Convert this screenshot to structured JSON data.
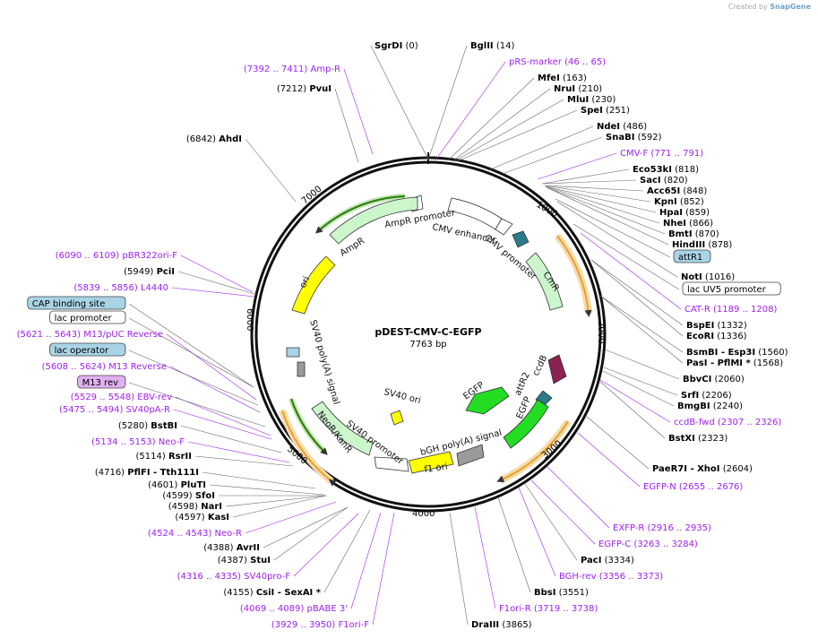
{
  "credit": {
    "text": "Created by",
    "brand": "SnapGene"
  },
  "plasmid": {
    "name": "pDEST-CMV-C-EGFP",
    "length": "7763 bp"
  },
  "ticks": [
    "1000",
    "2000",
    "3000",
    "4000",
    "5000",
    "6000",
    "7000"
  ],
  "features": [
    {
      "label": "AmpR promoter"
    },
    {
      "label": "CMV enhancer"
    },
    {
      "label": "CMV promoter"
    },
    {
      "label": "AmpR"
    },
    {
      "label": "ori"
    },
    {
      "label": "CmR"
    },
    {
      "label": "ccdB"
    },
    {
      "label": "attR2"
    },
    {
      "label": "EGFP"
    },
    {
      "label": "EGFP"
    },
    {
      "label": "SV40 ori"
    },
    {
      "label": "SV40 poly(A) signal"
    },
    {
      "label": "NeoR/KanR"
    },
    {
      "label": "SV40 promoter"
    },
    {
      "label": "bGH poly(A) signal"
    },
    {
      "label": "f1 ori"
    }
  ],
  "labels": [
    {
      "pos": "(0)",
      "name": "SgrDI",
      "kind": "site"
    },
    {
      "pos": "(14)",
      "name": "BglII",
      "kind": "site"
    },
    {
      "pos": "(46 .. 65)",
      "name": "pRS-marker",
      "kind": "primer"
    },
    {
      "pos": "(163)",
      "name": "MfeI",
      "kind": "site"
    },
    {
      "pos": "(210)",
      "name": "NruI",
      "kind": "site"
    },
    {
      "pos": "(230)",
      "name": "MluI",
      "kind": "site"
    },
    {
      "pos": "(251)",
      "name": "SpeI",
      "kind": "site"
    },
    {
      "pos": "(486)",
      "name": "NdeI",
      "kind": "site"
    },
    {
      "pos": "(592)",
      "name": "SnaBI",
      "kind": "site"
    },
    {
      "pos": "(771 .. 791)",
      "name": "CMV-F",
      "kind": "primer"
    },
    {
      "pos": "(818)",
      "name": "Eco53kI",
      "kind": "site"
    },
    {
      "pos": "(820)",
      "name": "SacI",
      "kind": "site"
    },
    {
      "pos": "(848)",
      "name": "Acc65I",
      "kind": "site"
    },
    {
      "pos": "(852)",
      "name": "KpnI",
      "kind": "site"
    },
    {
      "pos": "(859)",
      "name": "HpaI",
      "kind": "site"
    },
    {
      "pos": "(866)",
      "name": "NheI",
      "kind": "site"
    },
    {
      "pos": "(870)",
      "name": "BmtI",
      "kind": "site"
    },
    {
      "pos": "(878)",
      "name": "HindIII",
      "kind": "site"
    },
    {
      "pos": "",
      "name": "attR1",
      "kind": "feature-blue"
    },
    {
      "pos": "(1016)",
      "name": "NotI",
      "kind": "site"
    },
    {
      "pos": "",
      "name": "lac UV5 promoter",
      "kind": "feature-white"
    },
    {
      "pos": "(1189 .. 1208)",
      "name": "CAT-R",
      "kind": "primer"
    },
    {
      "pos": "(1332)",
      "name": "BspEI",
      "kind": "site"
    },
    {
      "pos": "(1336)",
      "name": "EcoRI",
      "kind": "site"
    },
    {
      "pos": "(1560)",
      "name": "BsmBI - Esp3I",
      "kind": "site"
    },
    {
      "pos": "(1568)",
      "name": "PasI - PflMI *",
      "kind": "site"
    },
    {
      "pos": "(2060)",
      "name": "BbvCI",
      "kind": "site"
    },
    {
      "pos": "(2206)",
      "name": "SrfI",
      "kind": "site"
    },
    {
      "pos": "(2240)",
      "name": "BmgBI",
      "kind": "site"
    },
    {
      "pos": "(2307 .. 2326)",
      "name": "ccdB-fwd",
      "kind": "primer"
    },
    {
      "pos": "(2323)",
      "name": "BstXI",
      "kind": "site"
    },
    {
      "pos": "(2604)",
      "name": "PaeR7I - XhoI",
      "kind": "site"
    },
    {
      "pos": "(2655 .. 2676)",
      "name": "EGFP-N",
      "kind": "primer"
    },
    {
      "pos": "(2916 .. 2935)",
      "name": "EXFP-R",
      "kind": "primer"
    },
    {
      "pos": "(3263 .. 3284)",
      "name": "EGFP-C",
      "kind": "primer"
    },
    {
      "pos": "(3334)",
      "name": "PacI",
      "kind": "site"
    },
    {
      "pos": "(3356 .. 3373)",
      "name": "BGH-rev",
      "kind": "primer"
    },
    {
      "pos": "(3551)",
      "name": "BbsI",
      "kind": "site"
    },
    {
      "pos": "(3719 .. 3738)",
      "name": "F1ori-R",
      "kind": "primer"
    },
    {
      "pos": "(3865)",
      "name": "DraIII",
      "kind": "site"
    },
    {
      "pos": "(3929 .. 3950)",
      "name": "F1ori-F",
      "kind": "primer"
    },
    {
      "pos": "(4069 .. 4089)",
      "name": "pBABE 3'",
      "kind": "primer"
    },
    {
      "pos": "(4155)",
      "name": "CsiI - SexAI *",
      "kind": "site"
    },
    {
      "pos": "(4316 .. 4335)",
      "name": "SV40pro-F",
      "kind": "primer"
    },
    {
      "pos": "(4387)",
      "name": "StuI",
      "kind": "site"
    },
    {
      "pos": "(4388)",
      "name": "AvrII",
      "kind": "site"
    },
    {
      "pos": "(4524 .. 4543)",
      "name": "Neo-R",
      "kind": "primer"
    },
    {
      "pos": "(4597)",
      "name": "KasI",
      "kind": "site"
    },
    {
      "pos": "(4598)",
      "name": "NarI",
      "kind": "site"
    },
    {
      "pos": "(4599)",
      "name": "SfoI",
      "kind": "site"
    },
    {
      "pos": "(4601)",
      "name": "PluTI",
      "kind": "site"
    },
    {
      "pos": "(4716)",
      "name": "PflFI - Tth111I",
      "kind": "site"
    },
    {
      "pos": "(5114)",
      "name": "RsrII",
      "kind": "site"
    },
    {
      "pos": "(5134 .. 5153)",
      "name": "Neo-F",
      "kind": "primer"
    },
    {
      "pos": "(5280)",
      "name": "BstBI",
      "kind": "site"
    },
    {
      "pos": "(5475 .. 5494)",
      "name": "SV40pA-R",
      "kind": "primer"
    },
    {
      "pos": "(5529 .. 5548)",
      "name": "EBV-rev",
      "kind": "primer"
    },
    {
      "pos": "",
      "name": "M13 rev",
      "kind": "feature-purple"
    },
    {
      "pos": "(5608 .. 5624)",
      "name": "M13 Reverse",
      "kind": "primer"
    },
    {
      "pos": "",
      "name": "lac operator",
      "kind": "feature-blue"
    },
    {
      "pos": "(5621 .. 5643)",
      "name": "M13/pUC Reverse",
      "kind": "primer"
    },
    {
      "pos": "",
      "name": "lac promoter",
      "kind": "feature-white"
    },
    {
      "pos": "",
      "name": "CAP binding site",
      "kind": "feature-blue"
    },
    {
      "pos": "(5839 .. 5856)",
      "name": "L4440",
      "kind": "primer"
    },
    {
      "pos": "(5949)",
      "name": "PciI",
      "kind": "site"
    },
    {
      "pos": "(6090 .. 6109)",
      "name": "pBR322ori-F",
      "kind": "primer"
    },
    {
      "pos": "(6842)",
      "name": "AhdI",
      "kind": "site"
    },
    {
      "pos": "(7212)",
      "name": "PvuI",
      "kind": "site"
    },
    {
      "pos": "(7392 .. 7411)",
      "name": "Amp-R",
      "kind": "primer"
    }
  ],
  "colors": {
    "backbone": "#111111",
    "primer": "#a020f0",
    "gene_green": "#22dd22",
    "light_green": "#ccf5cc",
    "orange": "#e8a030",
    "yellow": "#ffff00",
    "teal": "#2a7a8a",
    "maroon": "#8b2252",
    "gray": "#9a9a9a",
    "lightblue": "#a8d4e6",
    "purple_box": "#e0b0f0"
  }
}
